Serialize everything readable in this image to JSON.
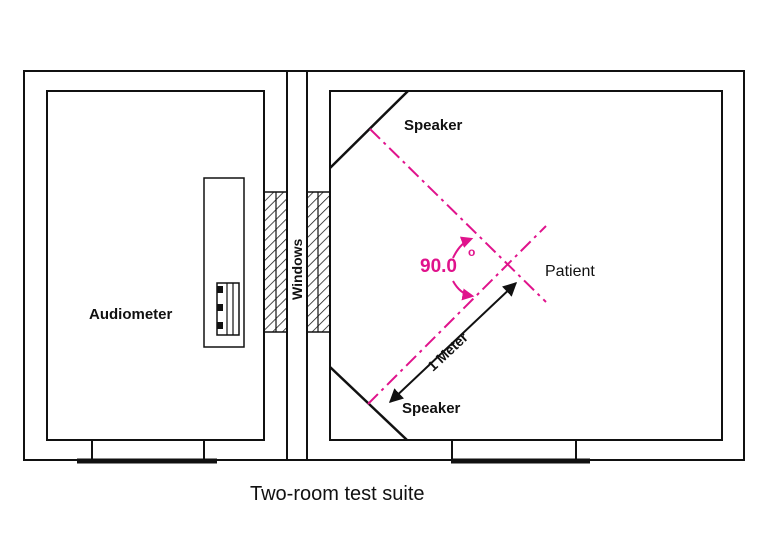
{
  "caption": "Two-room test suite",
  "labels": {
    "audiometer": "Audiometer",
    "windows": "Windows",
    "speaker_top": "Speaker",
    "speaker_bottom": "Speaker",
    "patient": "Patient",
    "angle": "90.0",
    "angle_unit": "o",
    "distance": "1 Meter"
  },
  "colors": {
    "lines": "#111111",
    "annotation": "#e0138c",
    "background": "#ffffff"
  }
}
